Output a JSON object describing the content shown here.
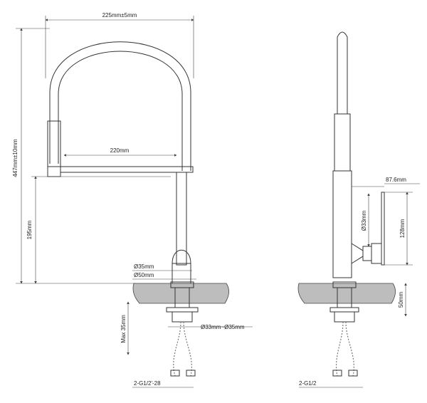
{
  "dimensions": {
    "top_width": "225mm±5mm",
    "total_height": "447mm±10mm",
    "reach": "220mm",
    "spout_height": "195mm",
    "base_diameter": "Ø35mm",
    "flange_diameter": "Ø50mm",
    "hole_diameter": "Ø33mm~Ø35mm",
    "max_thickness": "Max 35mm",
    "connector_left": "2-G1/2'-28",
    "side_width": "87.6mm",
    "side_diameter": "Ø33mm",
    "side_height": "128mm",
    "side_depth": "50mm",
    "connector_right": "2-G1/2"
  }
}
